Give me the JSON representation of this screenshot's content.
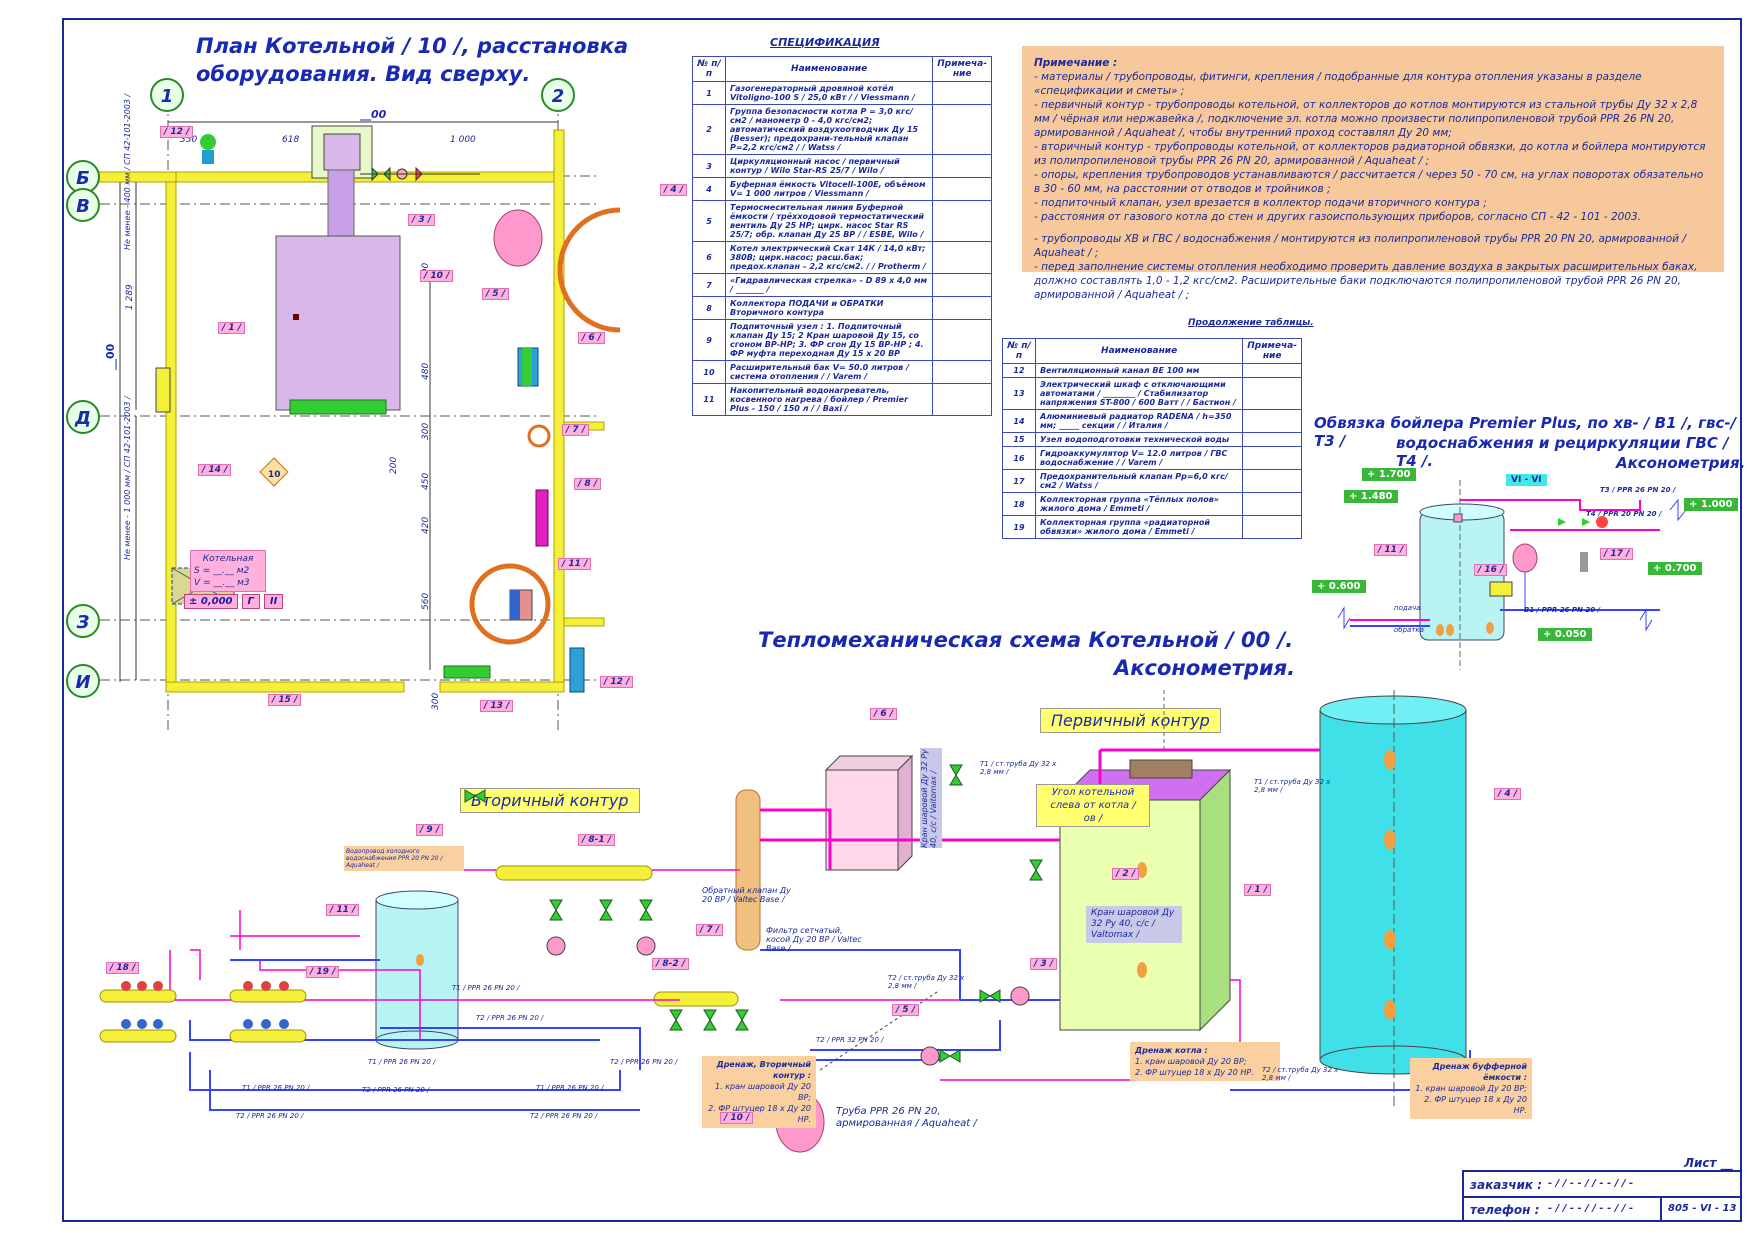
{
  "plan": {
    "title_line1": "План Котельной / 10 /, расстановка",
    "title_line2": "оборудования. Вид сверху.",
    "axes": {
      "n1": "1",
      "n2": "2",
      "b": "Б",
      "v": "В",
      "d": "Д",
      "z": "З",
      "i": "И"
    },
    "dims": {
      "top": "__00",
      "left": "__00",
      "d350": "350",
      "d618": "618",
      "d1000": "1 000",
      "d1289": "1 289",
      "d900": "900",
      "d480": "480",
      "d300a": "300",
      "d450": "450",
      "d420": "420",
      "d200": "200",
      "d560": "560",
      "d300b": "300"
    },
    "sp_top": "Не менее - 400 мм / СП 42-101-2003 /",
    "sp_bottom": "Не менее - 1 000 мм / СП 42-101-2003 /",
    "room_label": "Котельная",
    "room_s": "S = __.__ м2",
    "room_v": "V = __.__ м3",
    "level": "± 0,000",
    "g": "Г",
    "ii": "II",
    "marker10": "10",
    "tags": [
      "/ 1 /",
      "/ 3 /",
      "/ 4 /",
      "/ 5 /",
      "/ 6 /",
      "/ 7 /",
      "/ 8 /",
      "/ 10 /",
      "/ 11 /",
      "/ 12 /",
      "/ 12 /",
      "/ 13 /",
      "/ 14 /",
      "/ 15 /"
    ]
  },
  "spec": {
    "caption": "СПЕЦИФИКАЦИЯ",
    "headers": [
      "№ п/п",
      "Наименование",
      "Примеча-ние"
    ],
    "rows": [
      {
        "n": "1",
        "text": "Газогенераторный дровяной котёл Vitoligno-100 S / 25,0 кВт / / Viessmann /"
      },
      {
        "n": "2",
        "text": "Группа безопасности котла P = 3,0 кгс/см2 / манометр 0 - 4,0 кгс/см2; автоматический воздухоотводчик Ду 15 (Besser); предохрани-тельный клапан Р=2,2 кгс/см2 / / Watss /"
      },
      {
        "n": "3",
        "text": "Циркуляционный насос / первичный контур / Wilo Star-RS 25/7 / Wilo /"
      },
      {
        "n": "4",
        "text": "Буферная ёмкость Vitocell-100E, объёмом V= 1 000 литров / Viessmann /"
      },
      {
        "n": "5",
        "text": "Термосмесительная линия Буферной ёмкости / трёхходовой термостатический вентиль Ду 25 НР; цирк. насос Star RS 25/7; обр. клапан Ду 25 ВР / / ESBE, Wilo /"
      },
      {
        "n": "6",
        "text": "Котел электрический Скат 14К / 14,0 кВт; 380В; цирк.насос; расш.бак; предох.клапан – 2,2 кгс/см2. / / Protherm /"
      },
      {
        "n": "7",
        "text": "«Гидравлическая стрелка» - D 89 х 4,0 мм / _______ /"
      },
      {
        "n": "8",
        "text": "Коллектора ПОДАЧИ и ОБРАТКИ Вторичного контура"
      },
      {
        "n": "9",
        "text": "Подпиточный узел : 1. Подпиточный клапан Ду 15; 2 Кран шаровой Ду 15, со сгоном ВР-НР; 3. ФР сгон Ду 15 ВР-НР ; 4. ФР муфта переходная Ду 15 х 20 ВР"
      },
      {
        "n": "10",
        "text": "Расширительный бак V= 50.0 литров / система отопления / / Varem /"
      },
      {
        "n": "11",
        "text": "Накопительный водонагреватель, косвенного нагрева / бойлер / Premier Plus - 150 / 150 л / / Baxi /"
      }
    ]
  },
  "spec2": {
    "caption": "Продолжение таблицы.",
    "headers": [
      "№ п/п",
      "Наименование",
      "Примеча-ние"
    ],
    "rows": [
      {
        "n": "12",
        "text": "Вентиляционный канал ВЕ 100 мм"
      },
      {
        "n": "13",
        "text": "Электрический шкаф с отключающими автоматами / ________ / Стабилизатор напряжения ST-800 / 600 Ватт / / Бастион /"
      },
      {
        "n": "14",
        "text": "Алюминиевый радиатор RADENA / h=350 мм; _____ секции / / Италия /"
      },
      {
        "n": "15",
        "text": "Узел водоподготовки технической воды"
      },
      {
        "n": "16",
        "text": "Гидроаккумулятор V= 12.0 литров / ГВС водоснабжение / / Varem /"
      },
      {
        "n": "17",
        "text": "Предохранительный клапан Рр=6,0 кгс/см2 / Watss /"
      },
      {
        "n": "18",
        "text": "Коллекторная группа «Тёплых полов» жилого дома / Emmeti /"
      },
      {
        "n": "19",
        "text": "Коллекторная группа «радиаторной обвязки» жилого дома / Emmeti /"
      }
    ]
  },
  "notes": {
    "head": "Примечание :",
    "lines": [
      "- материалы / трубопроводы, фитинги, крепления / подобранные для контура отопления указаны в разделе «спецификации и сметы» ;",
      "- первичный контур - трубопроводы котельной, от коллекторов до котлов монтируются из стальной трубы Ду 32 х 2,8 мм / чёрная или нержавейка /, подключение эл. котла можно произвести полипропиленовой трубой PPR 26 PN 20, армированной / Aquaheat /, чтобы внутренний проход составлял Ду 20 мм;",
      "- вторичный контур - трубопроводы котельной, от коллекторов радиаторной обвязки, до котла и бойлера монтируются из полипропиленовой трубы PPR 26 PN 20, армированной / Aquaheat / ;",
      "- опоры, крепления трубопроводов устанавливаются / рассчитается / через 50 - 70 см, на углах поворотах обязательно в 30 - 60 мм, на расстоянии от отводов и тройников ;",
      "- подпиточный клапан, узел врезается в коллектор подачи вторичного контура ;",
      "- расстояния от газового котла до стен и других газоиспользующих приборов, согласно СП - 42 - 101 - 2003.",
      "",
      "- трубопроводы ХВ и ГВС / водоснабжения / монтируются из полипропиленовой трубы PPR 20 PN 20, армированной / Aquaheat / ;",
      "- перед заполнение системы отопления необходимо проверить давление воздуха в закрытых расширительных баках, должно составлять 1,0 - 1,2 кгс/см2. Расширительные баки подключаются полипропиленовой трубой PPR 26 PN 20, армированной / Aquaheat / ;"
    ]
  },
  "boiler_scheme": {
    "title_line1": "Обвязка бойлера Premier Plus, по хв- / В1 /, гвс-/ Т3 /",
    "title_line2": "водоснабжения и рециркуляции ГВС / Т4 /.",
    "title_line3": "Аксонометрия.",
    "levels": [
      "+ 1.700",
      "+ 1.480",
      "+ 1.000",
      "+ 0.600",
      "+ 0.700",
      "+ 0.050"
    ],
    "vi": "VI - VI",
    "t3": "T3 / PPR 26 PN 20 /",
    "t4": "T4 / PPR 20 PN 20 /",
    "b1": "B1 / PPR 26 PN 20 /",
    "tags": [
      "/ 11 /",
      "/ 16 /",
      "/ 17 /"
    ],
    "podacha": "подача",
    "obratka": "обратка"
  },
  "thermo": {
    "title_line1": "Тепломеханическая схема Котельной / 00 /.",
    "title_line2": "Аксонометрия.",
    "primary": "Первичный контур",
    "secondary": "Вторичный контур",
    "corner": "Угол котельной слева от котла / ов /",
    "ball_valve": "Кран шаровой Ду 32 Ру 40, с/с / Valtomax /",
    "ball_valve_v": "Кран шаровой Ду 32 Ру 40, с/с / Valtomax /",
    "check_valve": "Обратный клапан Ду 20 ВР / Valtec Base /",
    "filter": "Фильтр сетчатый, косой Ду 20 ВР / Valtec Base /",
    "bypass": "Водопровод холодного водоснабжения PPR 20 PN 20 / Aquaheat /",
    "pipe_note1": "Труба PPR 26 PN 20,",
    "pipe_note2": "армированная / Aquaheat /",
    "drain_boiler_t": "Дренаж котла :",
    "drain_boiler_1": "1. кран шаровой Ду 20 ВР;",
    "drain_boiler_2": "2. ФР штуцер 18 х Ду 20 НР.",
    "drain_buffer_t": "Дренаж буфферной ёмкости :",
    "drain_buffer_1": "1. кран шаровой Ду 20 ВР;",
    "drain_buffer_2": "2. ФР штуцер 18 х Ду 20 НР.",
    "drain_sec_t": "Дренаж, Вторичный контур :",
    "drain_sec_1": "1. кран шаровой Ду 20 ВР;",
    "drain_sec_2": "2. ФР штуцер 18 х Ду 20 НР.",
    "tags": [
      "/ 1 /",
      "/ 2 /",
      "/ 3 /",
      "/ 4 /",
      "/ 5 /",
      "/ 6 /",
      "/ 7 /",
      "/ 8-1 /",
      "/ 8-2 /",
      "/ 9 /",
      "/ 10 /",
      "/ 11 /",
      "/ 18 /",
      "/ 19 /"
    ],
    "pipe_t1": "T1 / PPR 26 PN 20 /",
    "pipe_t2": "T2 / PPR 26 PN 20 /",
    "pipe_t2b": "T2 / PPR 32 PN 20 /",
    "steel_t1": "T1 / ст.труба Ду 32 х 2,8 мм /",
    "steel_t2": "T2 / ст.труба Ду 32 х 2,8 мм /"
  },
  "titleblock": {
    "sheet": "Лист __",
    "customer_label": "заказчик :",
    "customer_value": "- / / - - / / - - / / -",
    "phone_label": "телефон :",
    "phone_value": "- / / - - / / - - / / -",
    "code": "805 - VI - 13"
  },
  "colors": {
    "wall": "#f4f03a",
    "boiler": "#d7b8e8",
    "tank": "#b8f4f4",
    "pipe_supply": "#ff00cc",
    "pipe_return": "#3344ff",
    "orange": "#e07020"
  }
}
